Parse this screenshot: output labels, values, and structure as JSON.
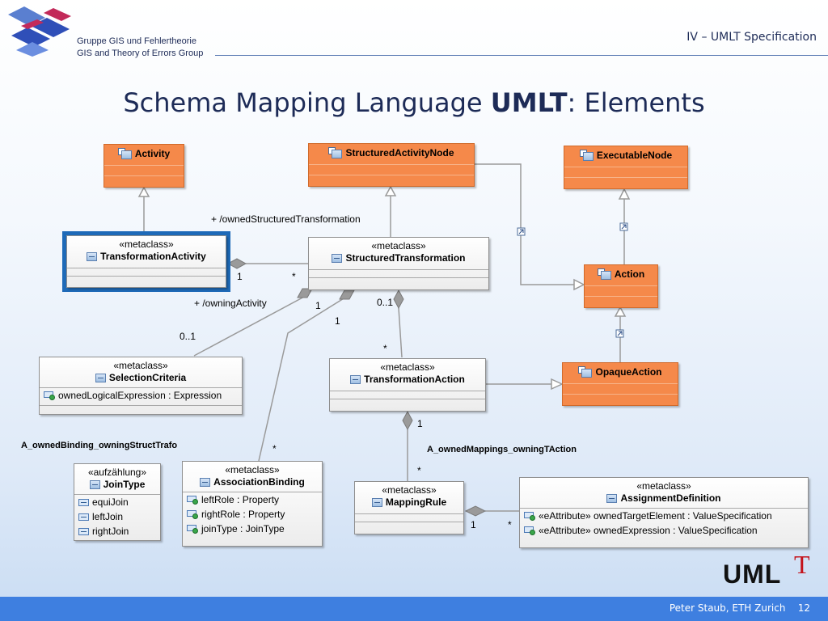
{
  "header": {
    "logo_line1": "Gruppe GIS und Fehlertheorie",
    "logo_line2": "GIS and Theory of Errors Group",
    "section": "IV – UMLT Specification"
  },
  "slide": {
    "title_prefix": "Schema Mapping Language ",
    "title_bold": "UMLT",
    "title_suffix": ": Elements"
  },
  "classes": {
    "activity": {
      "name": "Activity"
    },
    "structured_activity_node": {
      "name": "StructuredActivityNode"
    },
    "executable_node": {
      "name": "ExecutableNode"
    },
    "action": {
      "name": "Action"
    },
    "opaque_action": {
      "name": "OpaqueAction"
    },
    "transformation_activity": {
      "stereotype": "«metaclass»",
      "name": "TransformationActivity"
    },
    "structured_transformation": {
      "stereotype": "«metaclass»",
      "name": "StructuredTransformation"
    },
    "selection_criteria": {
      "stereotype": "«metaclass»",
      "name": "SelectionCriteria",
      "attributes": [
        "ownedLogicalExpression : Expression"
      ]
    },
    "transformation_action": {
      "stereotype": "«metaclass»",
      "name": "TransformationAction"
    },
    "association_binding": {
      "stereotype": "«metaclass»",
      "name": "AssociationBinding",
      "attributes": [
        "leftRole : Property",
        "rightRole : Property",
        "joinType : JoinType"
      ]
    },
    "mapping_rule": {
      "stereotype": "«metaclass»",
      "name": "MappingRule"
    },
    "assignment_definition": {
      "stereotype": "«metaclass»",
      "name": "AssignmentDefinition",
      "attributes": [
        "«eAttribute» ownedTargetElement : ValueSpecification",
        "«eAttribute» ownedExpression : ValueSpecification"
      ]
    },
    "join_type": {
      "stereotype": "«aufzählung»",
      "name": "JoinType",
      "literals": [
        "equiJoin",
        "leftJoin",
        "rightJoin"
      ]
    }
  },
  "labels": {
    "owned_structured_transformation": "+ /ownedStructuredTransformation",
    "owning_activity": "+ /owningActivity",
    "m1": "1",
    "m_star": "*",
    "m_0_1": "0..1",
    "m_1": "1",
    "m_0_1b": "0..1",
    "m_1b": "1",
    "m_star2": "*",
    "m_star3": "*",
    "m_1c": "1",
    "m_star4": "*",
    "m_1d": "1",
    "m_star5": "*",
    "assoc_binding": "A_ownedBinding_owningStructTrafo",
    "assoc_mappings": "A_ownedMappings_owningTAction"
  },
  "logo_umlt": {
    "text": "UML",
    "t": "T"
  },
  "footer": {
    "author": "Peter Staub, ETH Zurich",
    "page": "12"
  }
}
